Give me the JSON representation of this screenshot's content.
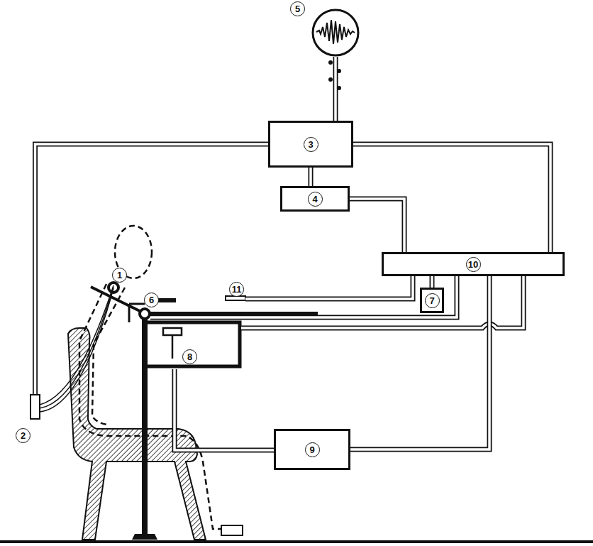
{
  "diagram": {
    "nodes": [
      {
        "text": [
          "5"
        ]
      },
      {
        "text": [
          "3"
        ]
      },
      {
        "text": [
          "4"
        ]
      },
      {
        "text": [
          "2"
        ]
      },
      {
        "text": [
          "10"
        ]
      },
      {
        "text": [
          "7"
        ]
      },
      {
        "text": [
          "9"
        ]
      }
    ],
    "edges": [
      {
        "from": 0,
        "to": 1,
        "arrow": "none"
      },
      {
        "from": 3,
        "to": 1,
        "arrow": "none"
      },
      {
        "from": 1,
        "to": 2,
        "arrow": "none"
      },
      {
        "from": 1,
        "to": 4,
        "arrow": "none"
      },
      {
        "from": 2,
        "to": 4,
        "arrow": "none"
      },
      {
        "from": 5,
        "to": 4,
        "arrow": "none"
      },
      {
        "from": 6,
        "to": 4,
        "arrow": "none"
      }
    ],
    "labels": [
      "1",
      "6",
      "11",
      "8"
    ]
  }
}
